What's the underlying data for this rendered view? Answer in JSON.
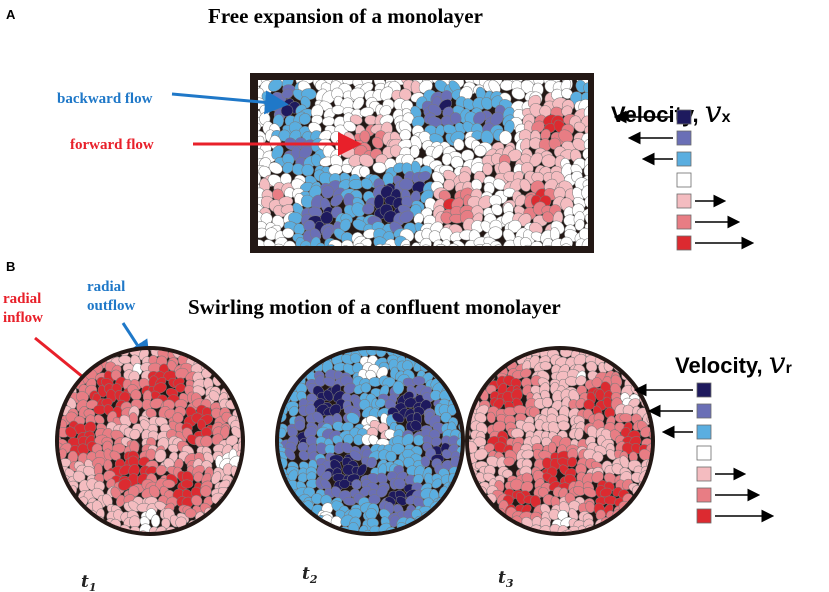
{
  "panel_a": {
    "letter": "A",
    "title": "Free expansion of a monolayer",
    "annotations": {
      "backward": "backward flow",
      "forward": "forward flow"
    },
    "legend": {
      "word": "Velocity,",
      "symbol": "v",
      "subscript": "x"
    }
  },
  "panel_b": {
    "letter": "B",
    "title": "Swirling motion of a confluent monolayer",
    "annotations": {
      "inflow_line1": "radial",
      "inflow_line2": "inflow",
      "outflow_line1": "radial",
      "outflow_line2": "outflow"
    },
    "legend": {
      "word": "Velocity,",
      "symbol": "v",
      "subscript": "r"
    },
    "time_labels": [
      {
        "main": "t",
        "sub": "1"
      },
      {
        "main": "t",
        "sub": "2"
      },
      {
        "main": "t",
        "sub": "3"
      }
    ]
  },
  "colors": {
    "frame": "#231815",
    "backward_text": "#1f78c8",
    "forward_text": "#e8202a",
    "cell_border": "#7b7b7b",
    "velocity_scale": [
      "#1e1a5e",
      "#6a6fb6",
      "#5aaee0",
      "#ffffff",
      "#f4bcc0",
      "#e87d84",
      "#dc2a30"
    ]
  },
  "legend_levels": [
    {
      "color": "#1e1a5e",
      "direction": "left",
      "magnitude": 3
    },
    {
      "color": "#6a6fb6",
      "direction": "left",
      "magnitude": 2
    },
    {
      "color": "#5aaee0",
      "direction": "left",
      "magnitude": 1
    },
    {
      "color": "#ffffff",
      "direction": "none",
      "magnitude": 0
    },
    {
      "color": "#f4bcc0",
      "direction": "right",
      "magnitude": 1
    },
    {
      "color": "#e87d84",
      "direction": "right",
      "magnitude": 2
    },
    {
      "color": "#dc2a30",
      "direction": "right",
      "magnitude": 3
    }
  ]
}
